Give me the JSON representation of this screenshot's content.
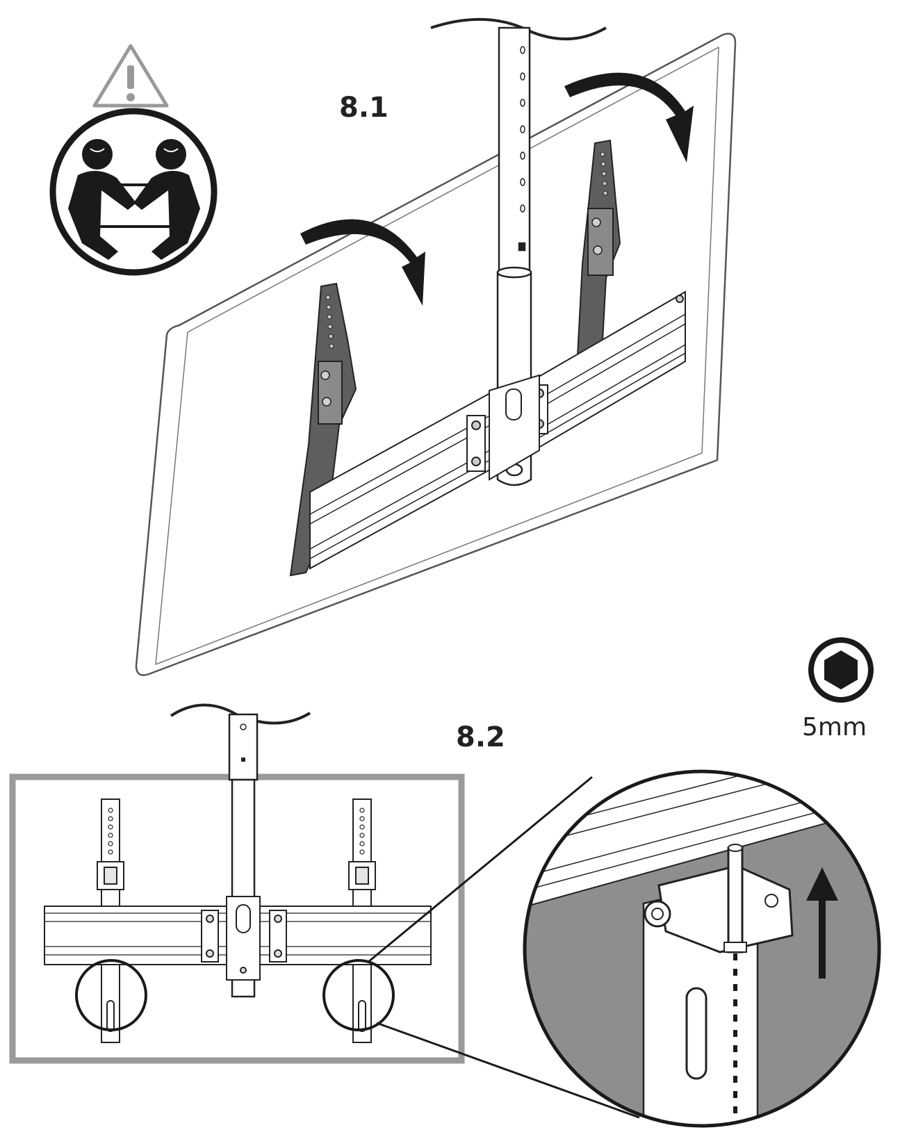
{
  "steps": [
    {
      "label": "8.1"
    },
    {
      "label": "8.2"
    }
  ],
  "tool": {
    "label": "5mm",
    "icon": "hex-key-icon"
  },
  "warning": {
    "icon": "warning-triangle-icon"
  },
  "two_person": {
    "icon": "two-person-lift-icon"
  },
  "colors": {
    "line": "#1a1a1a",
    "bracket": "#5e5e5e",
    "wall": "#8e8e8e",
    "frame": "#9a9a9a",
    "warning": "#999999"
  }
}
